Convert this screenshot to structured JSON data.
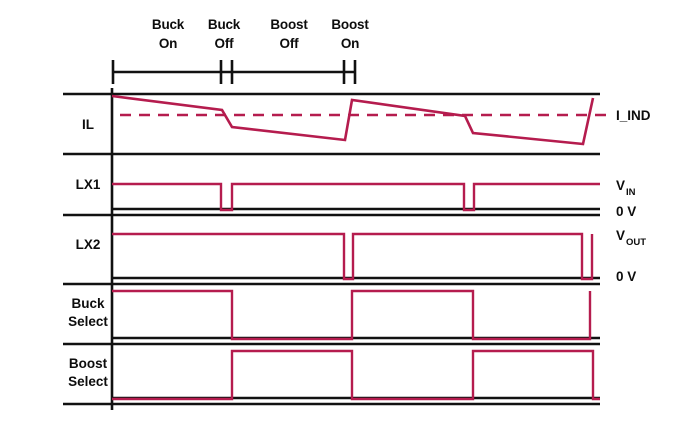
{
  "figure": {
    "title": "Buck-boost converter switching timing diagram",
    "colors": {
      "waveform": "#b51c4e",
      "line": "#111111",
      "background": "#ffffff"
    }
  },
  "header": {
    "phases": [
      {
        "line1": "Buck",
        "line2": "On"
      },
      {
        "line1": "Buck",
        "line2": "Off"
      },
      {
        "line1": "Boost",
        "line2": "Off"
      },
      {
        "line1": "Boost",
        "line2": "On"
      }
    ]
  },
  "rows": [
    {
      "label": "IL",
      "label_line2": ""
    },
    {
      "label": "LX1",
      "label_line2": ""
    },
    {
      "label": "LX2",
      "label_line2": ""
    },
    {
      "label": "Buck",
      "label_line2": "Select"
    },
    {
      "label": "Boost",
      "label_line2": "Select"
    }
  ],
  "right_labels": {
    "i_ind": "I_IND",
    "vin_base": "V",
    "vin_sub": "IN",
    "zero_volt_1": "0 V",
    "vout_base": "V",
    "vout_sub": "OUT",
    "zero_volt_2": "0 V"
  },
  "chart_data": {
    "type": "line",
    "title": "Buck-boost converter switching timing diagram",
    "xlabel": "",
    "ylabel": "",
    "grid": false,
    "legend": "none",
    "x_range": [
      112,
      600
    ],
    "phase_markers": [
      {
        "label": "Buck On",
        "tick_x": 112
      },
      {
        "label": "Buck Off",
        "tick_x": 222
      },
      {
        "label": "Boost Off",
        "tick_x": 232
      },
      {
        "label": "Boost On",
        "tick_x": 345
      },
      {
        "label": "Boost On end",
        "tick_x": 355
      }
    ],
    "series": [
      {
        "name": "IL",
        "type": "sawtooth",
        "reference_line": "I_IND",
        "points": [
          [
            112,
            96
          ],
          [
            222,
            110
          ],
          [
            232,
            127
          ],
          [
            345,
            140
          ],
          [
            352,
            100
          ],
          [
            465,
            116
          ],
          [
            473,
            133
          ],
          [
            583,
            144
          ],
          [
            593,
            98
          ]
        ]
      },
      {
        "name": "LX1",
        "type": "digital",
        "high_label": "V_IN",
        "low_label": "0 V",
        "transitions": [
          {
            "x": 112,
            "level": "high"
          },
          {
            "x": 222,
            "level": "low"
          },
          {
            "x": 232,
            "level": "high"
          },
          {
            "x": 465,
            "level": "low"
          },
          {
            "x": 473,
            "level": "high"
          },
          {
            "x": 600,
            "level": "high"
          }
        ]
      },
      {
        "name": "LX2",
        "type": "digital",
        "high_label": "V_OUT",
        "low_label": "0 V",
        "transitions": [
          {
            "x": 112,
            "level": "high"
          },
          {
            "x": 345,
            "level": "low"
          },
          {
            "x": 352,
            "level": "high"
          },
          {
            "x": 583,
            "level": "low"
          },
          {
            "x": 593,
            "level": "high"
          }
        ]
      },
      {
        "name": "Buck Select",
        "type": "digital",
        "transitions": [
          {
            "x": 112,
            "level": "high"
          },
          {
            "x": 232,
            "level": "low"
          },
          {
            "x": 352,
            "level": "high"
          },
          {
            "x": 473,
            "level": "low"
          },
          {
            "x": 590,
            "level": "high"
          }
        ]
      },
      {
        "name": "Boost Select",
        "type": "digital",
        "transitions": [
          {
            "x": 112,
            "level": "low"
          },
          {
            "x": 232,
            "level": "high"
          },
          {
            "x": 352,
            "level": "low"
          },
          {
            "x": 473,
            "level": "high"
          },
          {
            "x": 593,
            "level": "low"
          }
        ]
      }
    ]
  }
}
